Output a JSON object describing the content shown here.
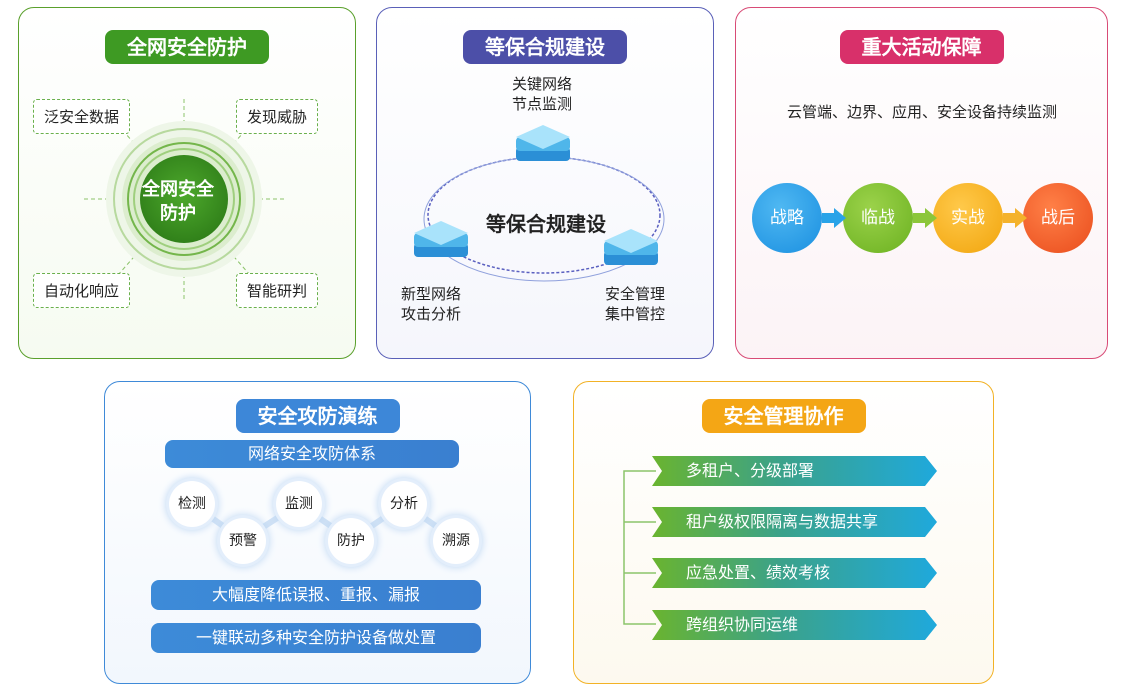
{
  "panels": {
    "full_network": {
      "title": "全网安全防护",
      "center": [
        "全网安全",
        "防护"
      ],
      "corner_labels": [
        "泛安全数据",
        "发现威胁",
        "自动化响应",
        "智能研判"
      ]
    },
    "compliance": {
      "title": "等保合规建设",
      "center": "等保合规建设",
      "nodes": [
        [
          "关键网络",
          "节点监测"
        ],
        [
          "新型网络",
          "攻击分析"
        ],
        [
          "安全管理",
          "集中管控"
        ]
      ]
    },
    "major_events": {
      "title": "重大活动保障",
      "subtitle": "云管端、边界、应用、安全设备持续监测",
      "stages": [
        "战略",
        "临战",
        "实战",
        "战后"
      ],
      "colors": [
        "#1e9ae6",
        "#7cbd28",
        "#f3ae16",
        "#ef5b23"
      ]
    },
    "attack_defense": {
      "title": "安全攻防演练",
      "system_bar": "网络安全攻防体系",
      "bubbles": [
        "检测",
        "预警",
        "监测",
        "防护",
        "分析",
        "溯源"
      ],
      "bars": [
        "大幅度降低误报、重报、漏报",
        "一键联动多种安全防护设备做处置"
      ]
    },
    "management": {
      "title": "安全管理协作",
      "items": [
        "多租户、分级部署",
        "租户级权限隔离与数据共享",
        "应急处置、绩效考核",
        "跨组织协同运维"
      ]
    }
  }
}
